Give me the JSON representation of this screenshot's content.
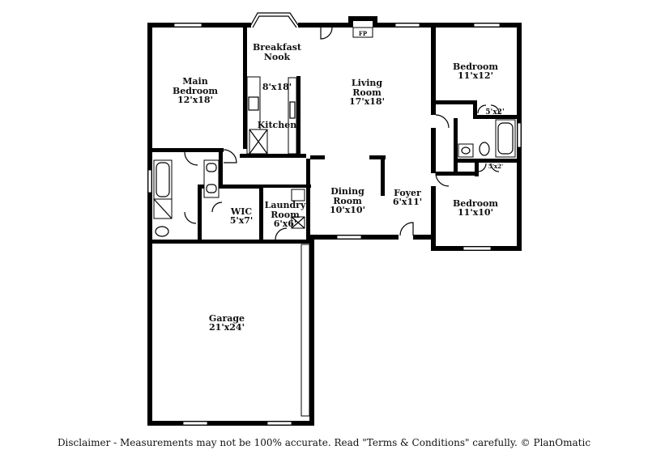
{
  "rooms": {
    "main_bedroom": {
      "name1": "Main",
      "name2": "Bedroom",
      "size": "12'x18'"
    },
    "breakfast_nook": {
      "name1": "Breakfast",
      "name2": "Nook"
    },
    "kitchen": {
      "name": "Kitchen",
      "size": "8'x18'"
    },
    "living_room": {
      "name1": "Living",
      "name2": "Room",
      "size": "17'x18'"
    },
    "bedroom_top": {
      "name": "Bedroom",
      "size": "11'x12'"
    },
    "closet_top": {
      "size": "5'x2'"
    },
    "closet_bottom": {
      "size": "5'x2'"
    },
    "bedroom_bottom": {
      "name": "Bedroom",
      "size": "11'x10'"
    },
    "wic": {
      "name": "WIC",
      "size": "5'x7'"
    },
    "laundry": {
      "name1": "Laundry",
      "name2": "Room",
      "size": "6'x6'"
    },
    "dining": {
      "name1": "Dining",
      "name2": "Room",
      "size": "10'x10'"
    },
    "foyer": {
      "name": "Foyer",
      "size": "6'x11'"
    },
    "garage": {
      "name": "Garage",
      "size": "21'x24'"
    },
    "fireplace": {
      "label": "FP"
    }
  },
  "disclaimer": "Disclaimer - Measurements may not be 100% accurate. Read \"Terms & Conditions\" carefully. © PlanOmatic"
}
